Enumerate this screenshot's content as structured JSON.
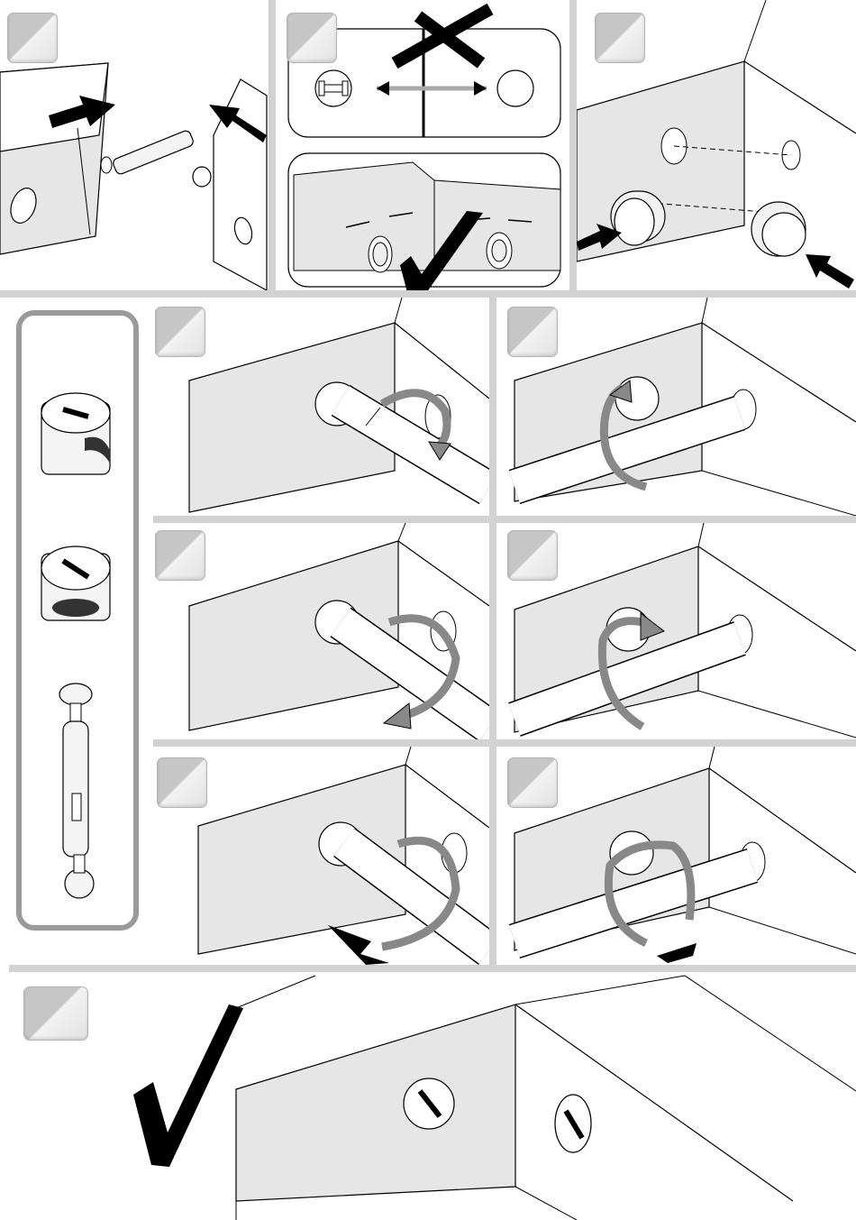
{
  "document": {
    "type": "assembly-instructions",
    "steps_shown": 10
  },
  "parts": [
    "cam-lock-housing",
    "cam-lock-housing-rotated",
    "cam-dowel-bolt"
  ],
  "icons": {
    "correct": "checkmark-icon",
    "incorrect": "cross-icon",
    "push": "arrow-icon",
    "rotate": "rotation-arrow-icon"
  },
  "colors": {
    "ink": "#000000",
    "panel_fill": "#e6e6e6",
    "divider": "#d2d2d2",
    "badge": "#c6c6c6"
  },
  "steps": [
    {
      "id": 1,
      "action": "insert-dowel"
    },
    {
      "id": 2,
      "action": "check-alignment"
    },
    {
      "id": 3,
      "action": "insert-cam-locks"
    },
    {
      "id": 4,
      "action": "rotate-clockwise"
    },
    {
      "id": 5,
      "action": "rotate-counter-clockwise"
    },
    {
      "id": 6,
      "action": "rotate-clockwise"
    },
    {
      "id": 7,
      "action": "rotate-counter-clockwise"
    },
    {
      "id": 8,
      "action": "tighten-clockwise"
    },
    {
      "id": 9,
      "action": "tighten-counter-clockwise"
    },
    {
      "id": 10,
      "action": "done"
    }
  ]
}
